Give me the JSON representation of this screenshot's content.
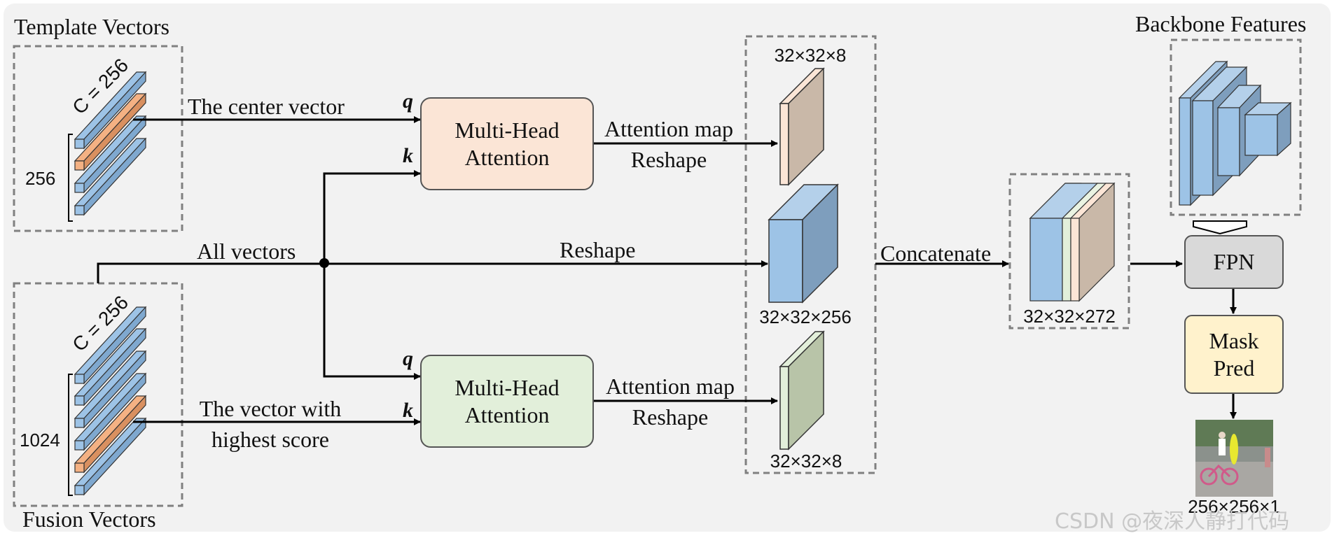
{
  "template_group": {
    "title": "Template Vectors",
    "channel_label": "C = 256",
    "count_label": "256"
  },
  "fusion_group": {
    "title": "Fusion Vectors",
    "channel_label": "C = 256",
    "count_label": "1024"
  },
  "edges": {
    "center_vector": "The center vector",
    "all_vectors": "All vectors",
    "reshape_mid": "Reshape",
    "highest_line1": "The vector with",
    "highest_line2": "highest score",
    "attn_map_top": "Attention map",
    "reshape_top": "Reshape",
    "attn_map_bottom": "Attention map",
    "reshape_bottom": "Reshape",
    "concatenate": "Concatenate"
  },
  "ports": {
    "q": "q",
    "k": "k"
  },
  "mha_top": {
    "line1": "Multi-Head",
    "line2": "Attention",
    "color": "#fbe5d6"
  },
  "mha_bottom": {
    "line1": "Multi-Head",
    "line2": "Attention",
    "color": "#e2efda"
  },
  "tensors": {
    "top_size": "32×32×8",
    "mid_size": "32×32×256",
    "bottom_size": "32×32×8",
    "concat_size": "32×32×272"
  },
  "backbone": {
    "title": "Backbone Features"
  },
  "fpn": {
    "label": "FPN",
    "color": "#d9d9d9"
  },
  "mask_pred": {
    "line1": "Mask",
    "line2": "Pred",
    "color": "#fff2cc"
  },
  "output_size": "256×256×1",
  "colors": {
    "vector_blue": "#9dc3e6",
    "vector_orange": "#f4b183",
    "tensor_blue": "#9dc3e6",
    "tensor_peach": "#c9b8a8",
    "tensor_green": "#b8c4a8"
  },
  "watermark": "CSDN @夜深人静打代码"
}
